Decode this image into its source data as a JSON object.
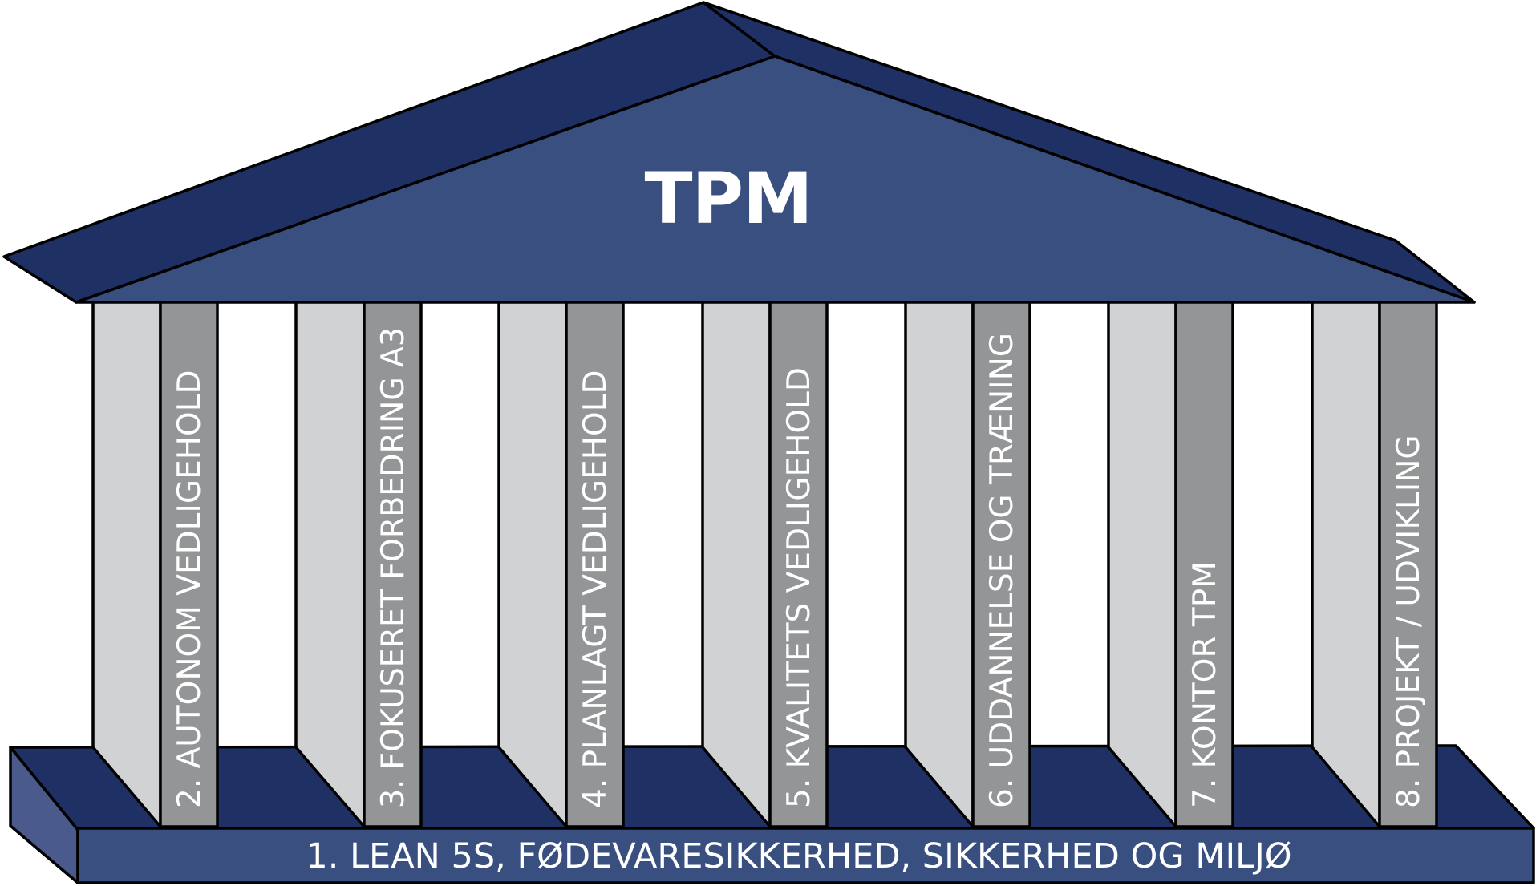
{
  "diagram": {
    "roof": {
      "title": "TPM"
    },
    "base": {
      "label": "1. LEAN 5S, FØDEVARESIKKERHED, SIKKERHED OG MILJØ"
    },
    "pillars": [
      {
        "label": "2. AUTONOM VEDLIGEHOLD"
      },
      {
        "label": "3. FOKUSERET FORBEDRING A3"
      },
      {
        "label": "4. PLANLAGT VEDLIGEHOLD"
      },
      {
        "label": "5. KVALITETS VEDLIGEHOLD"
      },
      {
        "label": "6. UDDANNELSE OG TRÆNING"
      },
      {
        "label": "7. KONTOR TPM"
      },
      {
        "label": "8. PROJEKT / UDVIKLING"
      }
    ],
    "colors": {
      "roof_front": "#394f80",
      "roof_back": "#1f3065",
      "base_top": "#1f3065",
      "base_front": "#394f80",
      "base_left": "#4b5a8c",
      "pillar_face": "#d1d2d4",
      "pillar_side": "#939597",
      "outline": "#000000",
      "text": "#ffffff"
    }
  }
}
